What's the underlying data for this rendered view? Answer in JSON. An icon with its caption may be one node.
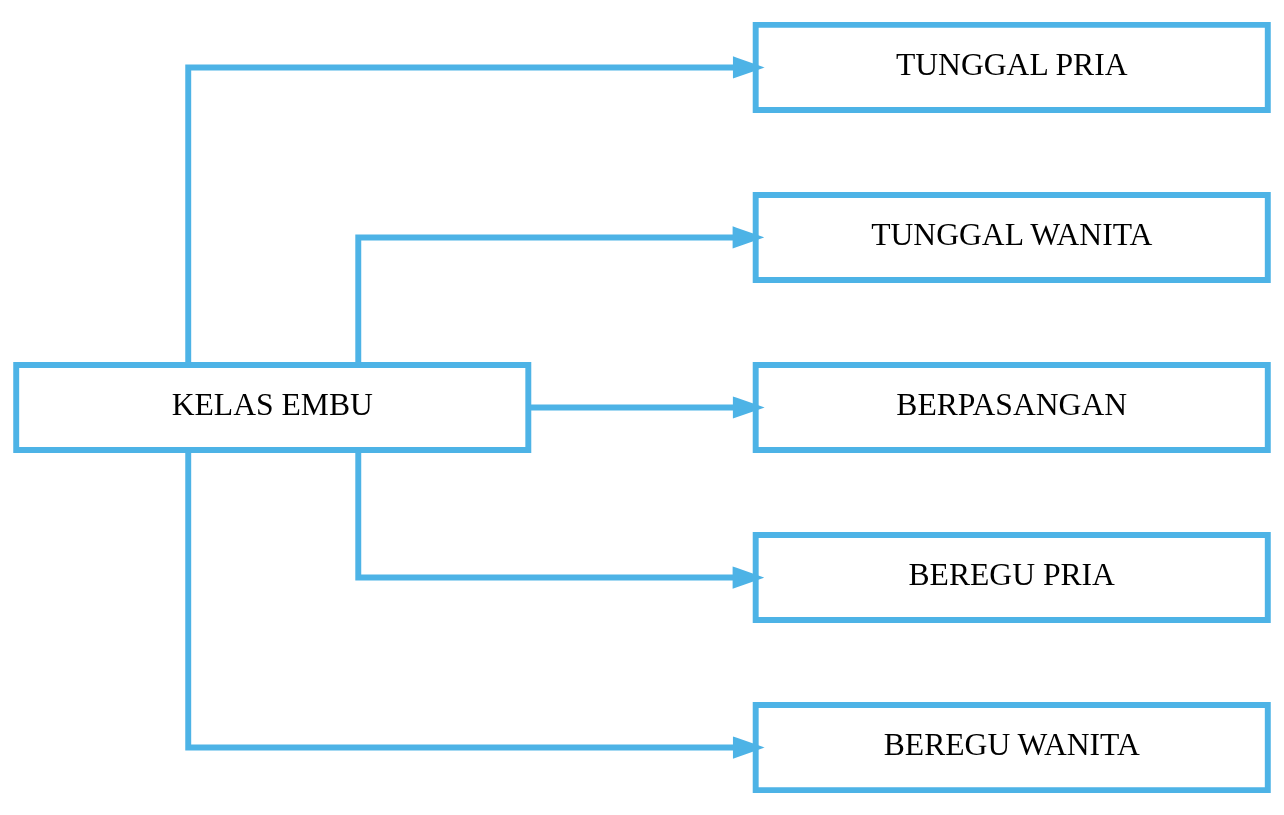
{
  "diagram": {
    "nodes": [
      {
        "text": [
          "KELAS EMBU"
        ]
      },
      {
        "text": [
          "TUNGGAL PRIA"
        ]
      },
      {
        "text": [
          "TUNGGAL WANITA"
        ]
      },
      {
        "text": [
          "BERPASANGAN"
        ]
      },
      {
        "text": [
          "BEREGU PRIA"
        ]
      },
      {
        "text": [
          "BEREGU WANITA"
        ]
      }
    ],
    "edges": [
      {
        "from": 0,
        "to": 1,
        "arrow": "to"
      },
      {
        "from": 0,
        "to": 2,
        "arrow": "to"
      },
      {
        "from": 0,
        "to": 3,
        "arrow": "to"
      },
      {
        "from": 0,
        "to": 4,
        "arrow": "to"
      },
      {
        "from": 0,
        "to": 5,
        "arrow": "to"
      }
    ]
  }
}
